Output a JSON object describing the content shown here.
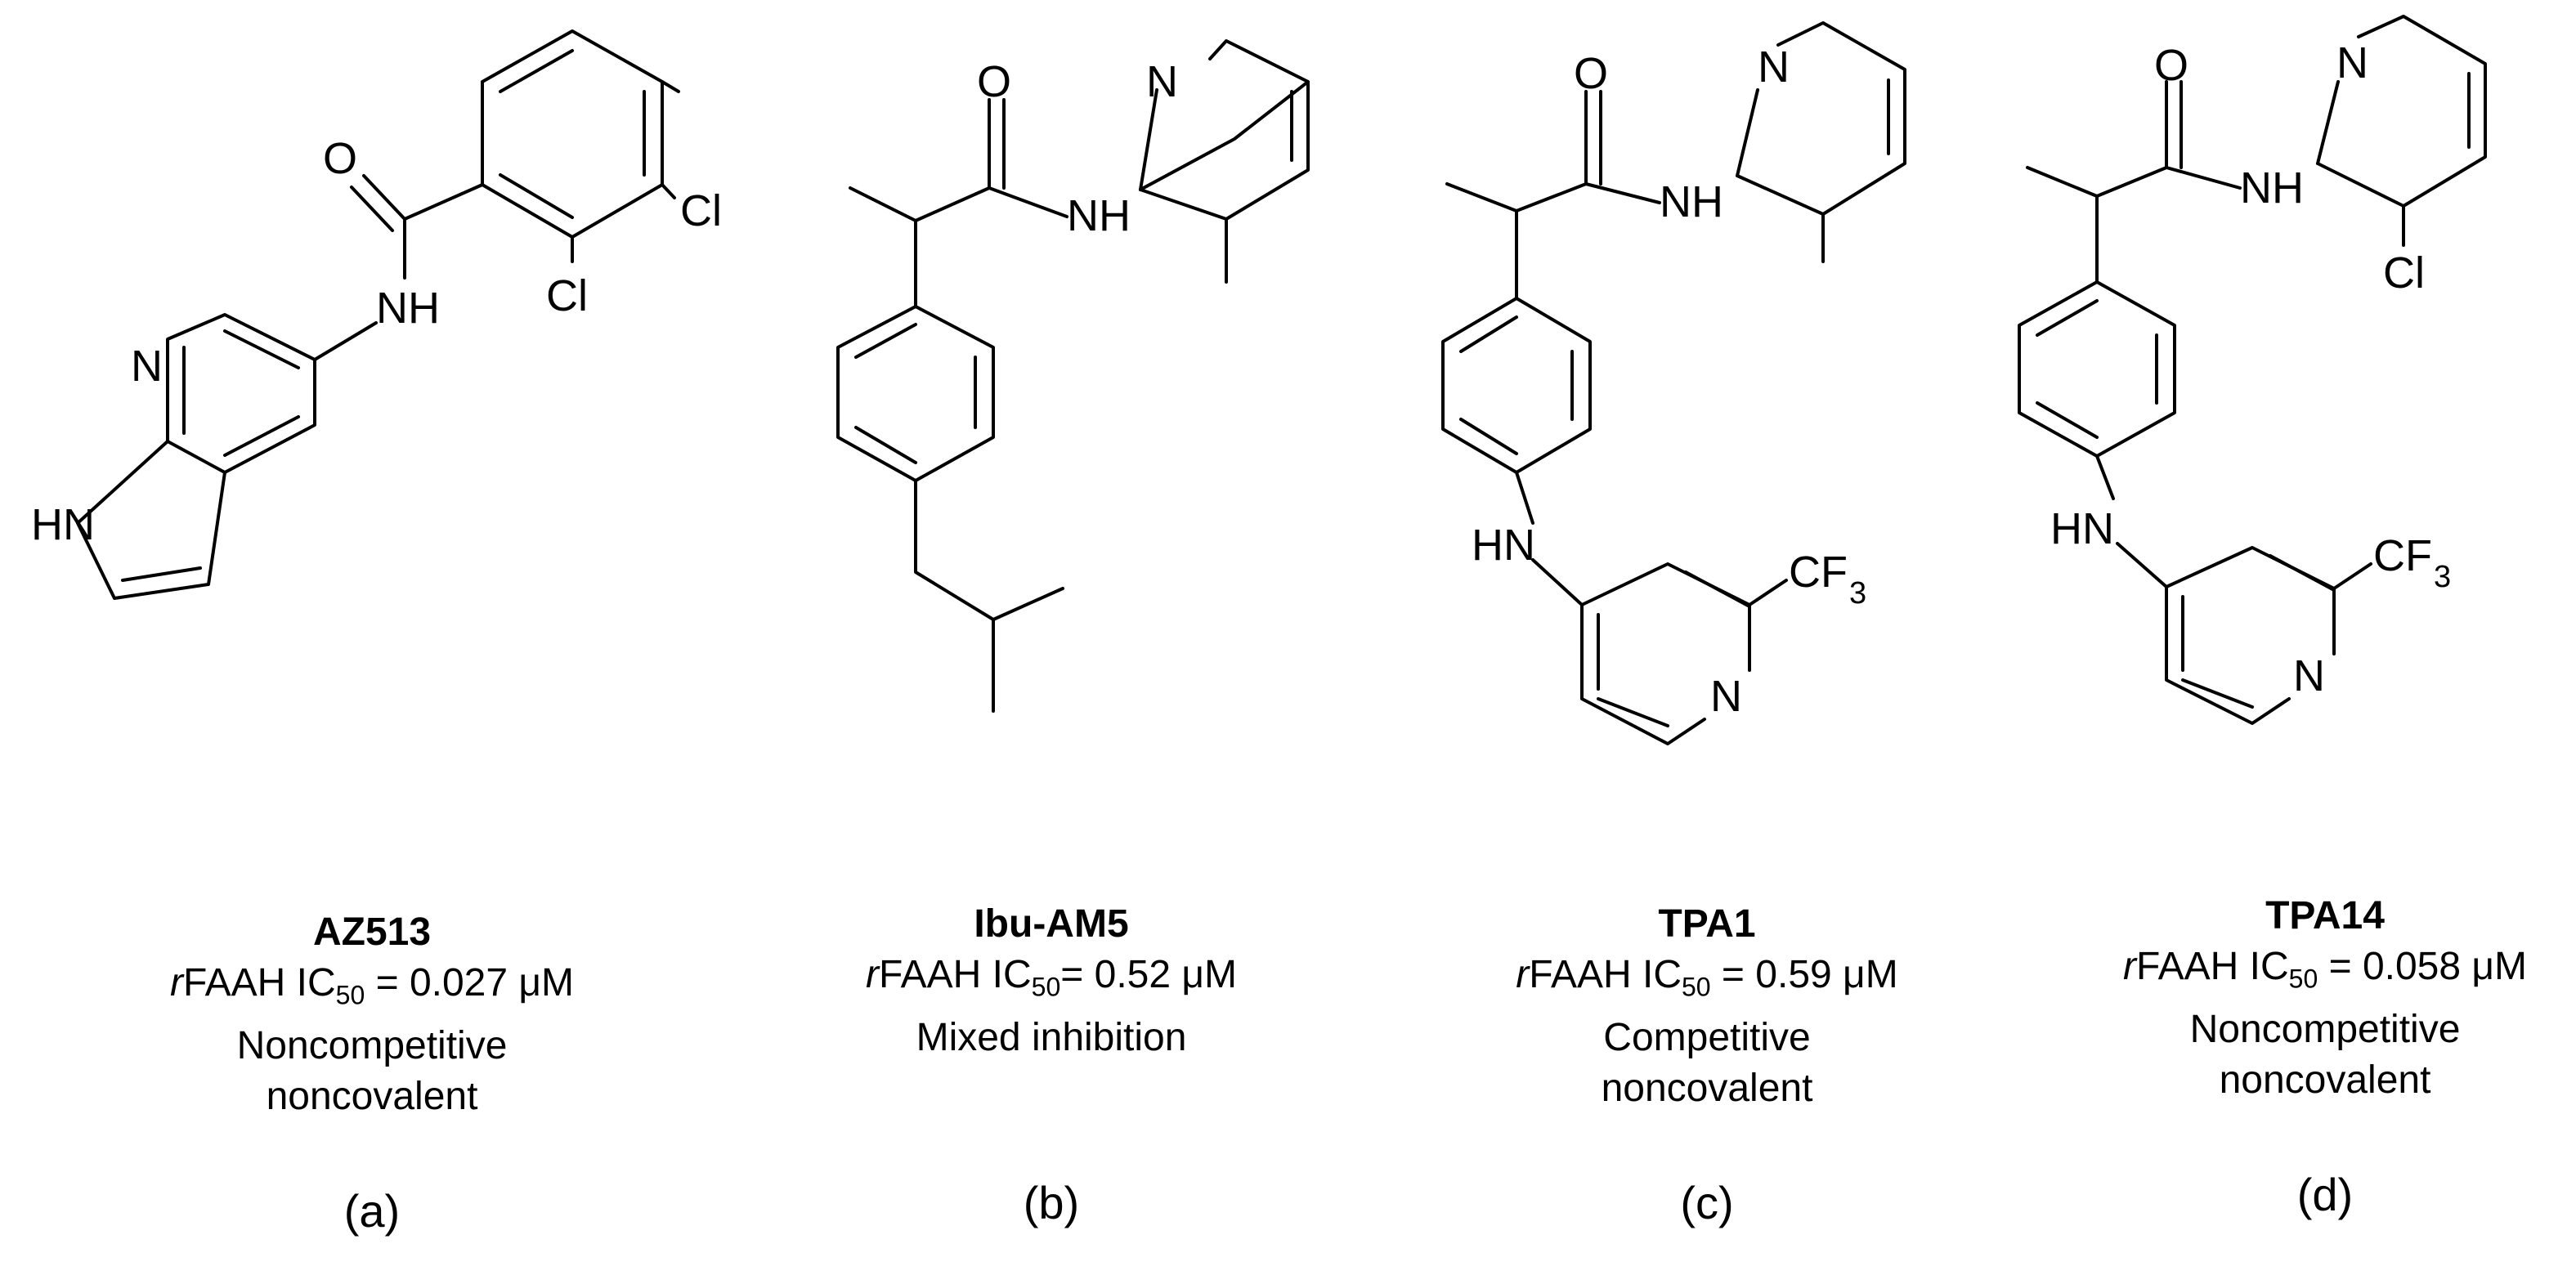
{
  "atoms": {
    "O": "O",
    "N": "N",
    "NH": "NH",
    "HN": "HN",
    "Cl": "Cl",
    "CF": "CF",
    "three": "3"
  },
  "compounds": [
    {
      "name": "AZ513",
      "enzyme_prefix": "r",
      "enzyme": "FAAH IC",
      "ic_sub": "50",
      "ic_value": " = 0.027 μM",
      "mechanism_1": "Noncompetitive",
      "mechanism_2": "noncovalent",
      "panel": "(a)"
    },
    {
      "name": "Ibu-AM5",
      "enzyme_prefix": "r",
      "enzyme": "FAAH IC",
      "ic_sub": "50",
      "ic_value": "= 0.52 μM",
      "mechanism_1": "Mixed inhibition",
      "mechanism_2": "",
      "panel": "(b)"
    },
    {
      "name": "TPA1",
      "enzyme_prefix": "r",
      "enzyme": "FAAH IC",
      "ic_sub": "50",
      "ic_value": " = 0.59 μM",
      "mechanism_1": "Competitive",
      "mechanism_2": "noncovalent",
      "panel": "(c)"
    },
    {
      "name": "TPA14",
      "enzyme_prefix": "r",
      "enzyme": "FAAH IC",
      "ic_sub": "50",
      "ic_value": " = 0.058 μM",
      "mechanism_1": "Noncompetitive",
      "mechanism_2": "noncovalent",
      "panel": "(d)"
    }
  ]
}
